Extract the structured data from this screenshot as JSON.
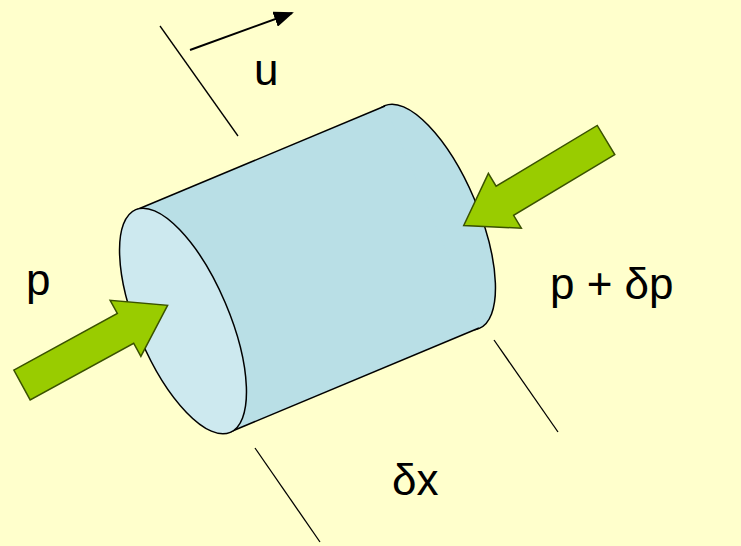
{
  "diagram": {
    "labels": [
      "u",
      "p",
      "p + δp",
      "δx"
    ]
  }
}
